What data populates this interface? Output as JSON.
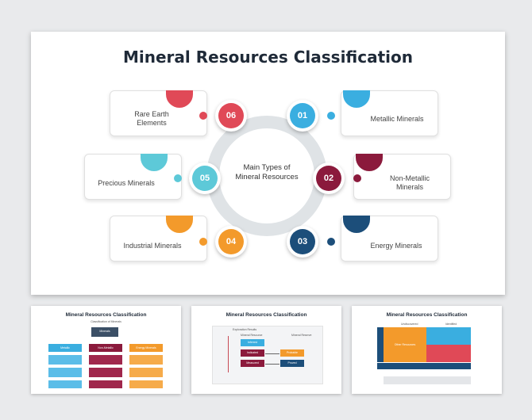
{
  "main": {
    "title": "Mineral Resources Classification",
    "center": [
      "Main Types of",
      "Mineral Resources"
    ],
    "items": [
      {
        "num": "01",
        "label": [
          "Metallic Minerals"
        ],
        "color": "#3aaee0"
      },
      {
        "num": "02",
        "label": [
          "Non-Metallic",
          "Minerals"
        ],
        "color": "#8b1a3c"
      },
      {
        "num": "03",
        "label": [
          "Energy Minerals"
        ],
        "color": "#1c4e7a"
      },
      {
        "num": "04",
        "label": [
          "Industrial Minerals"
        ],
        "color": "#f39a2b"
      },
      {
        "num": "05",
        "label": [
          "Precious Minerals"
        ],
        "color": "#5dc9d8"
      },
      {
        "num": "06",
        "label": [
          "Rare Earth",
          "Elements"
        ],
        "color": "#e04957"
      }
    ]
  },
  "thumbnails": [
    {
      "title": "Mineral Resources Classification",
      "subtitle": "Classification of Minerals",
      "root": "Minerals",
      "columns": [
        "Metallic",
        "Non-Metallic",
        "Energy Minerals"
      ]
    },
    {
      "title": "Mineral Resources Classification",
      "labels": [
        "Exploration Results",
        "Mineral Resource",
        "Mineral Reserve",
        "Inferred",
        "Indicated",
        "Measured",
        "Probable",
        "Proved"
      ]
    },
    {
      "title": "Mineral Resources Classification",
      "labels": [
        "Undiscovered",
        "Identified",
        "Other Resources"
      ]
    }
  ]
}
